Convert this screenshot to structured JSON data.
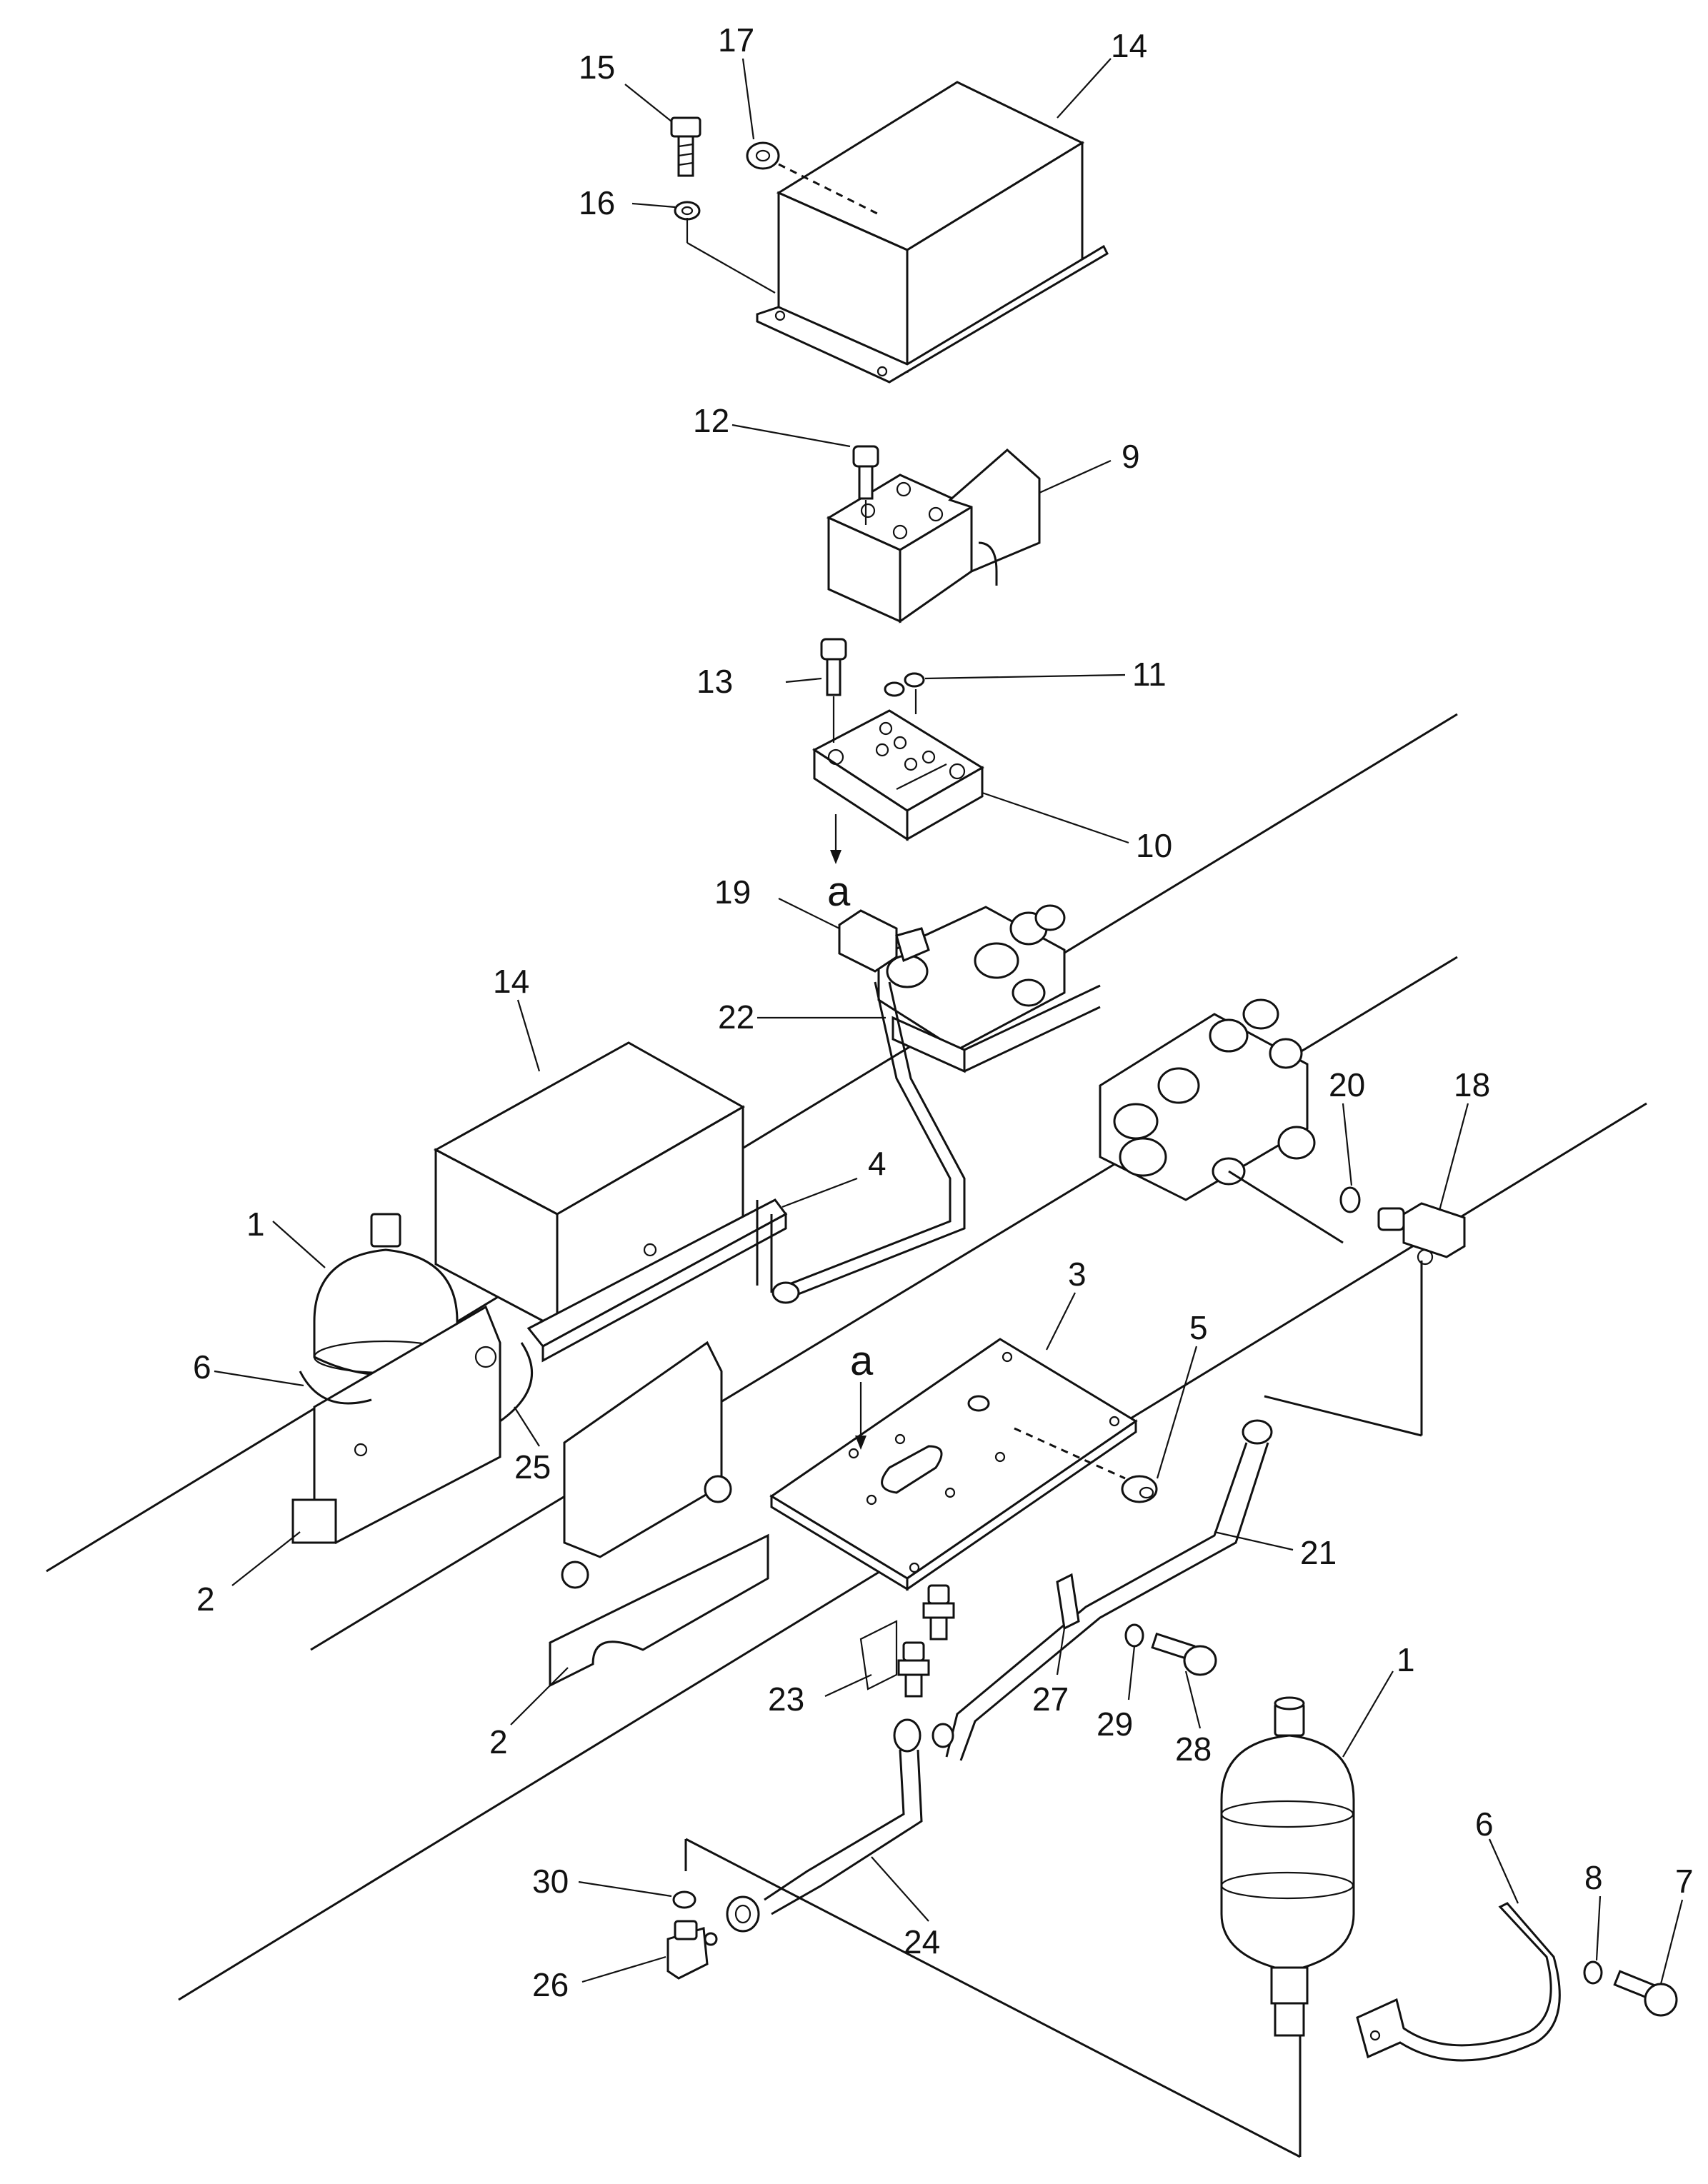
{
  "diagram": {
    "callouts": [
      {
        "id": "c15",
        "label": "15"
      },
      {
        "id": "c17",
        "label": "17"
      },
      {
        "id": "c14a",
        "label": "14"
      },
      {
        "id": "c16",
        "label": "16"
      },
      {
        "id": "c12",
        "label": "12"
      },
      {
        "id": "c9",
        "label": "9"
      },
      {
        "id": "c13",
        "label": "13"
      },
      {
        "id": "c11",
        "label": "11"
      },
      {
        "id": "c10",
        "label": "10"
      },
      {
        "id": "c19",
        "label": "19"
      },
      {
        "id": "c14b",
        "label": "14"
      },
      {
        "id": "c22",
        "label": "22"
      },
      {
        "id": "c20",
        "label": "20"
      },
      {
        "id": "c18",
        "label": "18"
      },
      {
        "id": "c4",
        "label": "4"
      },
      {
        "id": "c1a",
        "label": "1"
      },
      {
        "id": "c3",
        "label": "3"
      },
      {
        "id": "c6a",
        "label": "6"
      },
      {
        "id": "c5",
        "label": "5"
      },
      {
        "id": "c25",
        "label": "25"
      },
      {
        "id": "c21",
        "label": "21"
      },
      {
        "id": "c2a",
        "label": "2"
      },
      {
        "id": "c23",
        "label": "23"
      },
      {
        "id": "c27",
        "label": "27"
      },
      {
        "id": "c29",
        "label": "29"
      },
      {
        "id": "c28",
        "label": "28"
      },
      {
        "id": "c1b",
        "label": "1"
      },
      {
        "id": "c2b",
        "label": "2"
      },
      {
        "id": "c6b",
        "label": "6"
      },
      {
        "id": "c8",
        "label": "8"
      },
      {
        "id": "c7",
        "label": "7"
      },
      {
        "id": "c30",
        "label": "30"
      },
      {
        "id": "c24",
        "label": "24"
      },
      {
        "id": "c26",
        "label": "26"
      }
    ],
    "reference_marks": [
      {
        "id": "ra",
        "label": "a"
      },
      {
        "id": "rb",
        "label": "a"
      }
    ]
  }
}
